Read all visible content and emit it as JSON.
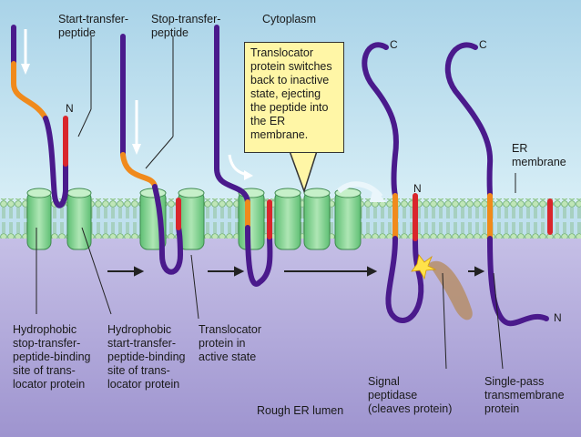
{
  "labels": {
    "start_transfer_peptide": "Start-transfer-\npeptide",
    "stop_transfer_peptide": "Stop-transfer-\npeptide",
    "cytoplasm": "Cytoplasm",
    "callout": "Translocator\nprotein switches\nback to inactive\nstate, ejecting\nthe peptide into\nthe ER\nmembrane.",
    "er_membrane": "ER\nmembrane",
    "hydrophobic_stop_site": "Hydrophobic\nstop-transfer-\npeptide-binding\nsite of trans-\nlocator protein",
    "hydrophobic_start_site": "Hydrophobic\nstart-transfer-\npeptide-binding\nsite of trans-\nlocator protein",
    "translocator_active": "Translocator\nprotein in\nactive state",
    "rough_er_lumen": "Rough ER lumen",
    "signal_peptidase": "Signal\npeptidase\n(cleaves protein)",
    "single_pass": "Single-pass\ntransmembrane\nprotein"
  },
  "termini": {
    "n_stage1": "N",
    "n_stage4": "N",
    "n_stage5": "N",
    "c_stage4": "C",
    "c_stage5": "C"
  },
  "colors": {
    "cytoplasm_bg": "#bfe0ee",
    "lumen_bg": "#b7b0dc",
    "membrane_head": "#a9d9a4",
    "translocator": "#7fcf8e",
    "peptide": "#4a1a8c",
    "start_transfer": "#f08a1c",
    "stop_transfer": "#d9262c"
  }
}
